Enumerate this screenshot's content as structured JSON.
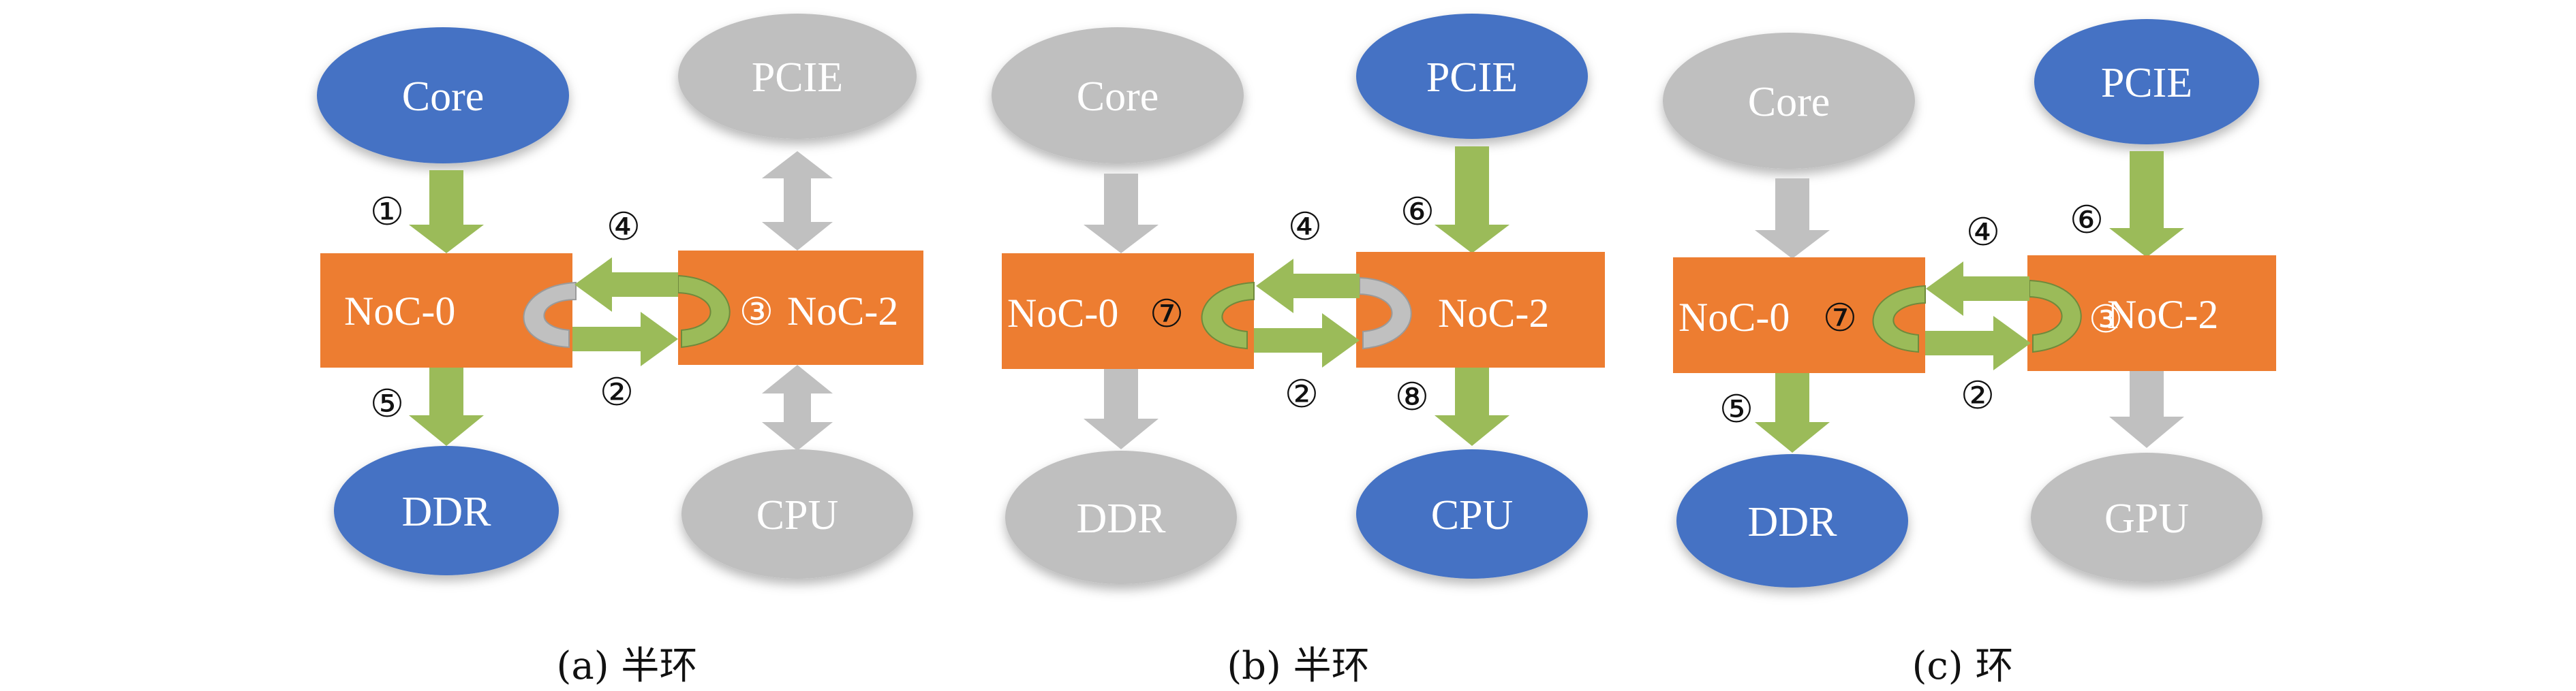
{
  "colors": {
    "active": "#4472c4",
    "inactive": "#bfbfbf",
    "noc": "#ed7d31",
    "active_arrow": "#9bbb59",
    "inactive_arrow": "#c0c0c0"
  },
  "panel_a": {
    "core": "Core",
    "pcie": "PCIE",
    "ddr": "DDR",
    "cpu": "CPU",
    "noc0": "NoC-0",
    "noc2": "NoC-2",
    "s1": "①",
    "s2": "②",
    "s3": "③",
    "s4": "④",
    "s5": "⑤",
    "caption": "(a) 半环"
  },
  "panel_b": {
    "core": "Core",
    "pcie": "PCIE",
    "ddr": "DDR",
    "cpu": "CPU",
    "noc0": "NoC-0",
    "noc2": "NoC-2",
    "s2": "②",
    "s4": "④",
    "s6": "⑥",
    "s7": "⑦",
    "s8": "⑧",
    "caption": "(b) 半环"
  },
  "panel_c": {
    "core": "Core",
    "pcie": "PCIE",
    "ddr": "DDR",
    "gpu": "GPU",
    "noc0": "NoC-0",
    "noc2": "NoC-2",
    "s2": "②",
    "s3": "③",
    "s4": "④",
    "s5": "⑤",
    "s6": "⑥",
    "s7": "⑦",
    "caption": "(c) 环"
  }
}
